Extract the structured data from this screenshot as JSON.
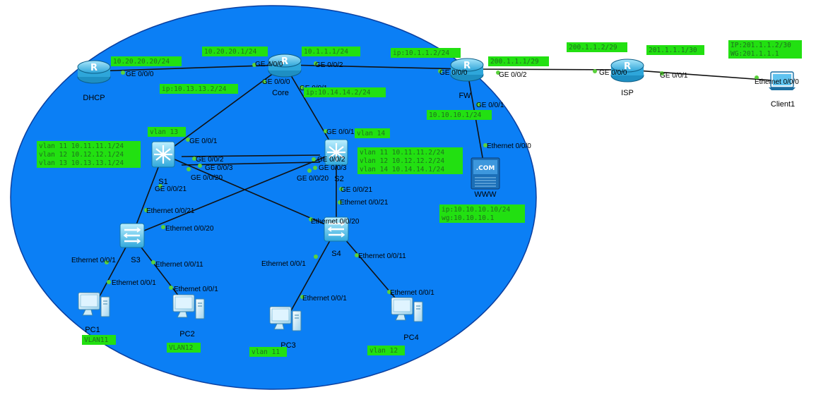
{
  "devices": [
    {
      "id": "dhcp",
      "label": "DHCP",
      "icon": "router-icon"
    },
    {
      "id": "core",
      "label": "Core",
      "icon": "router-icon"
    },
    {
      "id": "fw",
      "label": "FW",
      "icon": "router-icon"
    },
    {
      "id": "isp",
      "label": "ISP",
      "icon": "router-icon"
    },
    {
      "id": "client1",
      "label": "Client1",
      "icon": "laptop-icon"
    },
    {
      "id": "s1",
      "label": "S1",
      "icon": "l3-switch-icon"
    },
    {
      "id": "s2",
      "label": "S2",
      "icon": "l3-switch-icon"
    },
    {
      "id": "s3",
      "label": "S3",
      "icon": "switch-icon"
    },
    {
      "id": "s4",
      "label": "S4",
      "icon": "switch-icon"
    },
    {
      "id": "www",
      "label": "WWW",
      "icon": "web-server-icon",
      "icon_text": ".COM"
    },
    {
      "id": "pc1",
      "label": "PC1",
      "icon": "pc-icon"
    },
    {
      "id": "pc2",
      "label": "PC2",
      "icon": "pc-icon"
    },
    {
      "id": "pc3",
      "label": "PC3",
      "icon": "pc-icon"
    },
    {
      "id": "pc4",
      "label": "PC4",
      "icon": "pc-icon"
    }
  ],
  "links": [
    {
      "a": "dhcp",
      "b": "core"
    },
    {
      "a": "core",
      "b": "fw"
    },
    {
      "a": "fw",
      "b": "isp"
    },
    {
      "a": "isp",
      "b": "client1"
    },
    {
      "a": "fw",
      "b": "www"
    },
    {
      "a": "core",
      "b": "s1"
    },
    {
      "a": "core",
      "b": "s2"
    },
    {
      "a": "s1",
      "b": "s2",
      "n": 1
    },
    {
      "a": "s1",
      "b": "s2",
      "n": 2
    },
    {
      "a": "s1",
      "b": "s4"
    },
    {
      "a": "s2",
      "b": "s3"
    },
    {
      "a": "s1",
      "b": "s3"
    },
    {
      "a": "s2",
      "b": "s4"
    },
    {
      "a": "s3",
      "b": "pc1"
    },
    {
      "a": "s3",
      "b": "pc2"
    },
    {
      "a": "s4",
      "b": "pc3"
    },
    {
      "a": "s4",
      "b": "pc4"
    }
  ],
  "ports": [
    "GE 0/0/0",
    "GE 4/0/0",
    "GE 0/0/2",
    "GE 0/0/0",
    "GE 0/0/1",
    "GE 0/0/0",
    "GE 0/0/2",
    "GE 0/0/0",
    "GE 0/0/1",
    "Ethernet 0/0/0",
    "GE 0/0/1",
    "Ethernet 0/0/0",
    "GE 0/0/1",
    "GE 0/0/2",
    "GE 0/0/3",
    "GE 0/0/20",
    "GE 0/0/21",
    "GE 0/0/1",
    "GE 0/0/2",
    "GE 0/0/3",
    "GE 0/0/20",
    "GE 0/0/21",
    "Ethernet 0/0/21",
    "Ethernet 0/0/20",
    "Ethernet 0/0/1",
    "Ethernet 0/0/11",
    "Ethernet 0/0/21",
    "Ethernet 0/0/20",
    "Ethernet 0/0/1",
    "Ethernet 0/0/11",
    "Ethernet 0/0/1",
    "Ethernet 0/0/1",
    "Ethernet 0/0/1",
    "Ethernet 0/0/1"
  ],
  "notes": [
    [
      "10.20.20.20/24"
    ],
    [
      "10.20.20.1/24"
    ],
    [
      "10.1.1.1/24"
    ],
    [
      "ip:10.1.1.2/24"
    ],
    [
      "200.1.1.1/29"
    ],
    [
      "200.1.1.2/29"
    ],
    [
      "201.1.1.1/30"
    ],
    [
      "IP:201.1.1.2/30",
      "WG:201.1.1.1"
    ],
    [
      "ip:10.13.13.2/24"
    ],
    [
      "ip:10.14.14.2/24"
    ],
    [
      "10.10.10.1/24"
    ],
    [
      "vlan 13"
    ],
    [
      "vlan 11 10.11.11.1/24",
      "vlan 12 10.12.12.1/24",
      "vlan 13 10.13.13.1/24"
    ],
    [
      "vlan 14"
    ],
    [
      "vlan 11 10.11.11.2/24",
      "vlan 12 10.12.12.2/24",
      "vlan 14 10.14.14.1/24"
    ],
    [
      "ip:10.10.10.10/24",
      "wg:10.10.10.1"
    ],
    [
      "VLAN11"
    ],
    [
      "VLAN12"
    ],
    [
      "vlan 11"
    ],
    [
      "vlan 12"
    ]
  ],
  "colors": {
    "zone_fill": "#0b7ff5",
    "zone_stroke": "#0a3fa0",
    "note_fill": "#22e011",
    "note_text": "#1f6f1f",
    "port_dot": "#5ad13c",
    "router": "#3fb8e6",
    "switch": "#45c4ee"
  }
}
